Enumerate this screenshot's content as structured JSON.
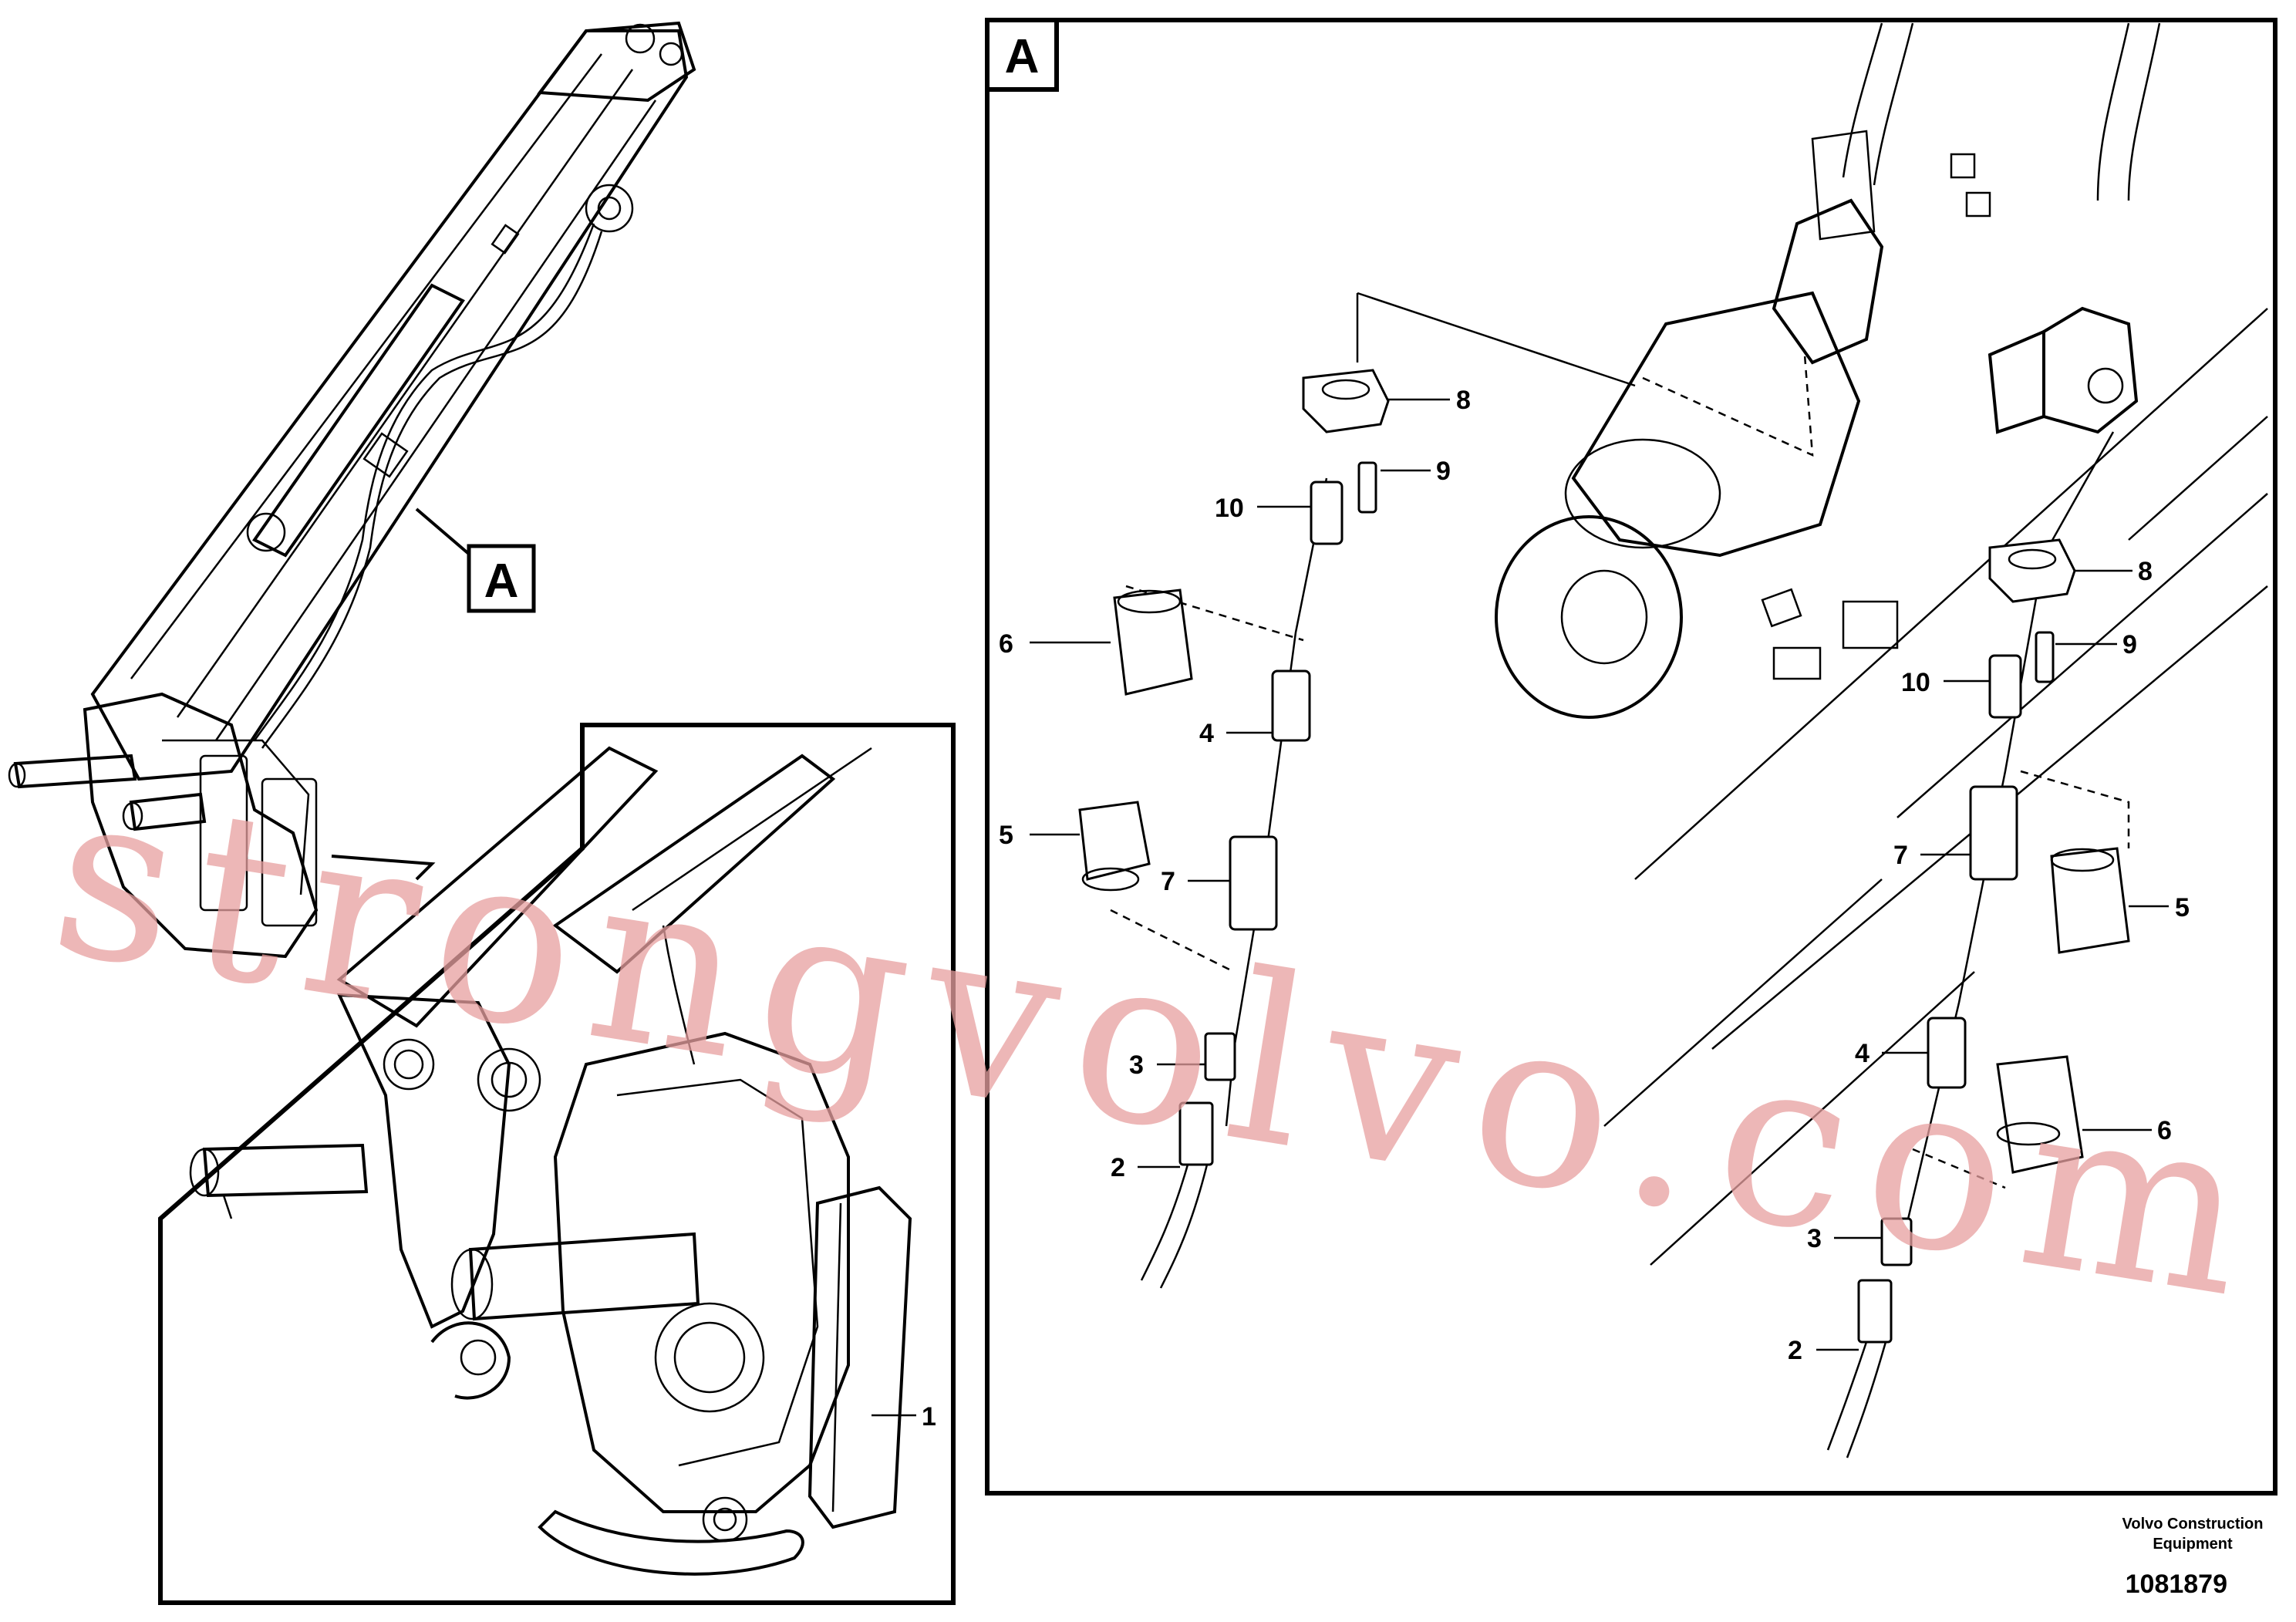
{
  "view_tag": "A",
  "detail_callout": "A",
  "callouts": {
    "c1": "1",
    "c2": "2",
    "c3": "3",
    "c4": "4",
    "c5": "5",
    "c6": "6",
    "c7": "7",
    "c8": "8",
    "c9": "9",
    "c10": "10"
  },
  "watermark": "strongvolvo.com",
  "footer": {
    "company_line1": "Volvo Construction",
    "company_line2": "Equipment",
    "drawing_number": "1081879"
  }
}
